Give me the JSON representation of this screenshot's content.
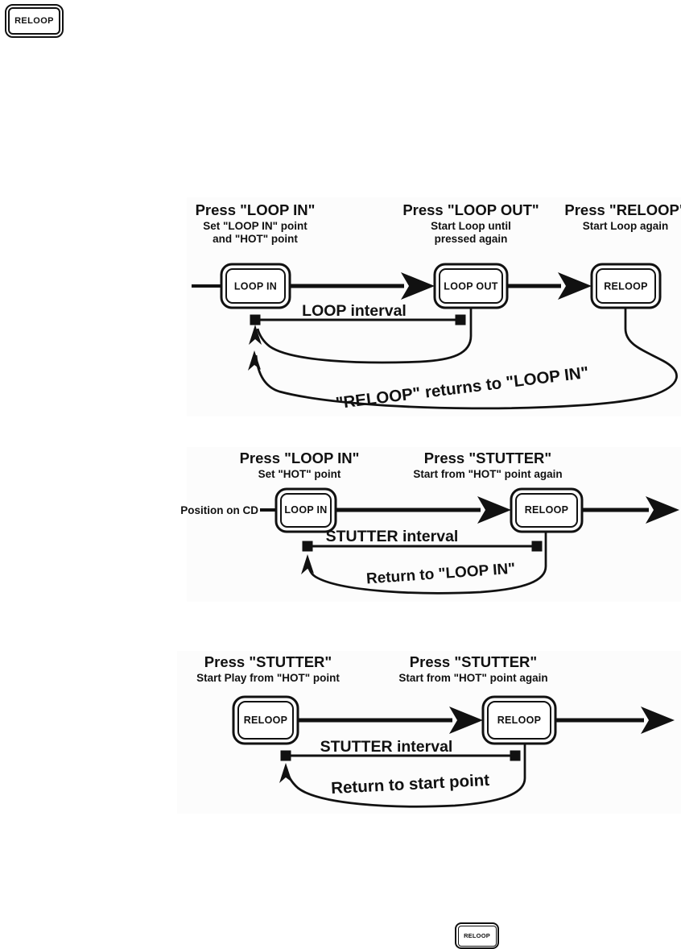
{
  "colors": {
    "ink": "#111111",
    "panel_bg": "#fcfcfc",
    "page_bg": "#ffffff"
  },
  "top_button": {
    "label": "RELOOP"
  },
  "bottom_button": {
    "label": "RELOOP"
  },
  "d1": {
    "h1a": "Press \"LOOP IN\"",
    "h1b": "Set \"LOOP IN\" point",
    "h1c": "and \"HOT\" point",
    "h2a": "Press \"LOOP OUT\"",
    "h2b": "Start Loop until",
    "h2c": "pressed again",
    "h3a": "Press \"RELOOP\"",
    "h3b": "Start Loop again",
    "btn1": "LOOP IN",
    "btn2": "LOOP OUT",
    "btn3": "RELOOP",
    "interval": "LOOP interval",
    "return": "\"RELOOP\" returns to \"LOOP IN\""
  },
  "d2": {
    "h1a": "Press \"LOOP IN\"",
    "h1b": "Set \"HOT\" point",
    "h2a": "Press \"STUTTER\"",
    "h2b": "Start from \"HOT\" point again",
    "position": "Position on CD",
    "btn1": "LOOP IN",
    "btn2": "RELOOP",
    "interval": "STUTTER interval",
    "return": "Return to \"LOOP IN\""
  },
  "d3": {
    "h1a": "Press \"STUTTER\"",
    "h1b": "Start Play from \"HOT\" point",
    "h2a": "Press \"STUTTER\"",
    "h2b": "Start from \"HOT\" point again",
    "btn1": "RELOOP",
    "btn2": "RELOOP",
    "interval": "STUTTER interval",
    "return": "Return to start point"
  }
}
